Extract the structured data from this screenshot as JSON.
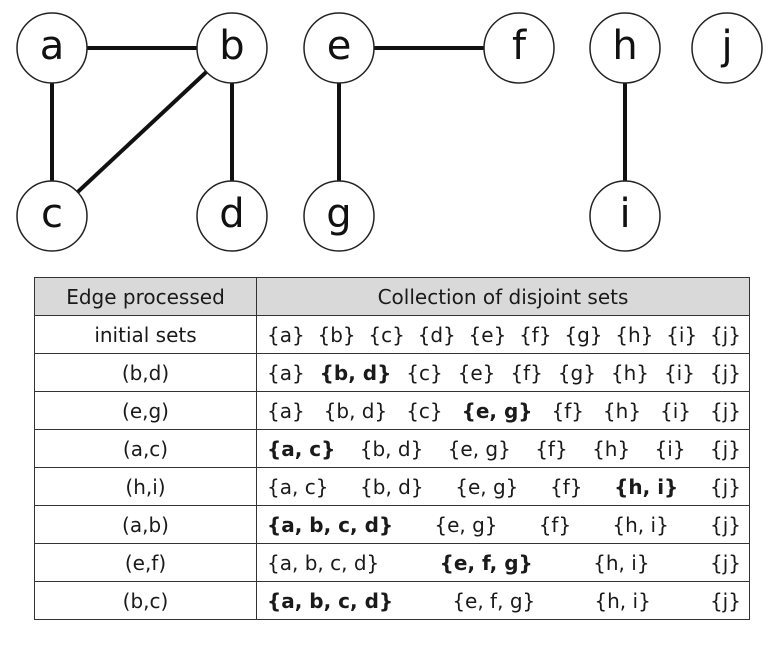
{
  "graph": {
    "nodes": [
      "a",
      "b",
      "c",
      "d",
      "e",
      "f",
      "g",
      "h",
      "i",
      "j"
    ],
    "edges": [
      [
        "a",
        "b"
      ],
      [
        "a",
        "c"
      ],
      [
        "b",
        "c"
      ],
      [
        "b",
        "d"
      ],
      [
        "e",
        "f"
      ],
      [
        "e",
        "g"
      ],
      [
        "h",
        "i"
      ]
    ]
  },
  "table": {
    "headers": [
      "Edge processed",
      "Collection of disjoint sets"
    ],
    "rows": [
      {
        "edge": "initial sets",
        "sets": [
          {
            "text": "{a}",
            "bold": false
          },
          {
            "text": "{b}",
            "bold": false
          },
          {
            "text": "{c}",
            "bold": false
          },
          {
            "text": "{d}",
            "bold": false
          },
          {
            "text": "{e}",
            "bold": false
          },
          {
            "text": "{f}",
            "bold": false
          },
          {
            "text": "{g}",
            "bold": false
          },
          {
            "text": "{h}",
            "bold": false
          },
          {
            "text": "{i}",
            "bold": false
          },
          {
            "text": "{j}",
            "bold": false
          }
        ]
      },
      {
        "edge": "(b,d)",
        "sets": [
          {
            "text": "{a}",
            "bold": false
          },
          {
            "text": "{b, d}",
            "bold": true
          },
          {
            "text": "{c}",
            "bold": false
          },
          {
            "text": "{e}",
            "bold": false
          },
          {
            "text": "{f}",
            "bold": false
          },
          {
            "text": "{g}",
            "bold": false
          },
          {
            "text": "{h}",
            "bold": false
          },
          {
            "text": "{i}",
            "bold": false
          },
          {
            "text": "{j}",
            "bold": false
          }
        ]
      },
      {
        "edge": "(e,g)",
        "sets": [
          {
            "text": "{a}",
            "bold": false
          },
          {
            "text": "{b, d}",
            "bold": false
          },
          {
            "text": "{c}",
            "bold": false
          },
          {
            "text": "{e, g}",
            "bold": true
          },
          {
            "text": "{f}",
            "bold": false
          },
          {
            "text": "{h}",
            "bold": false
          },
          {
            "text": "{i}",
            "bold": false
          },
          {
            "text": "{j}",
            "bold": false
          }
        ]
      },
      {
        "edge": "(a,c)",
        "sets": [
          {
            "text": "{a, c}",
            "bold": true
          },
          {
            "text": "{b, d}",
            "bold": false
          },
          {
            "text": "{e, g}",
            "bold": false
          },
          {
            "text": "{f}",
            "bold": false
          },
          {
            "text": "{h}",
            "bold": false
          },
          {
            "text": "{i}",
            "bold": false
          },
          {
            "text": "{j}",
            "bold": false
          }
        ]
      },
      {
        "edge": "(h,i)",
        "sets": [
          {
            "text": "{a, c}",
            "bold": false
          },
          {
            "text": "{b, d}",
            "bold": false
          },
          {
            "text": "{e, g}",
            "bold": false
          },
          {
            "text": "{f}",
            "bold": false
          },
          {
            "text": "{h, i}",
            "bold": true
          },
          {
            "text": "{j}",
            "bold": false
          }
        ]
      },
      {
        "edge": "(a,b)",
        "sets": [
          {
            "text": "{a, b, c, d}",
            "bold": true
          },
          {
            "text": "{e, g}",
            "bold": false
          },
          {
            "text": "{f}",
            "bold": false
          },
          {
            "text": "{h, i}",
            "bold": false
          },
          {
            "text": "{j}",
            "bold": false
          }
        ]
      },
      {
        "edge": "(e,f)",
        "sets": [
          {
            "text": "{a, b, c, d}",
            "bold": false
          },
          {
            "text": "{e, f, g}",
            "bold": true
          },
          {
            "text": "{h, i}",
            "bold": false
          },
          {
            "text": "{j}",
            "bold": false
          }
        ]
      },
      {
        "edge": "(b,c)",
        "sets": [
          {
            "text": "{a, b, c, d}",
            "bold": true
          },
          {
            "text": "{e, f, g}",
            "bold": false
          },
          {
            "text": "{h, i}",
            "bold": false
          },
          {
            "text": "{j}",
            "bold": false
          }
        ]
      }
    ]
  }
}
